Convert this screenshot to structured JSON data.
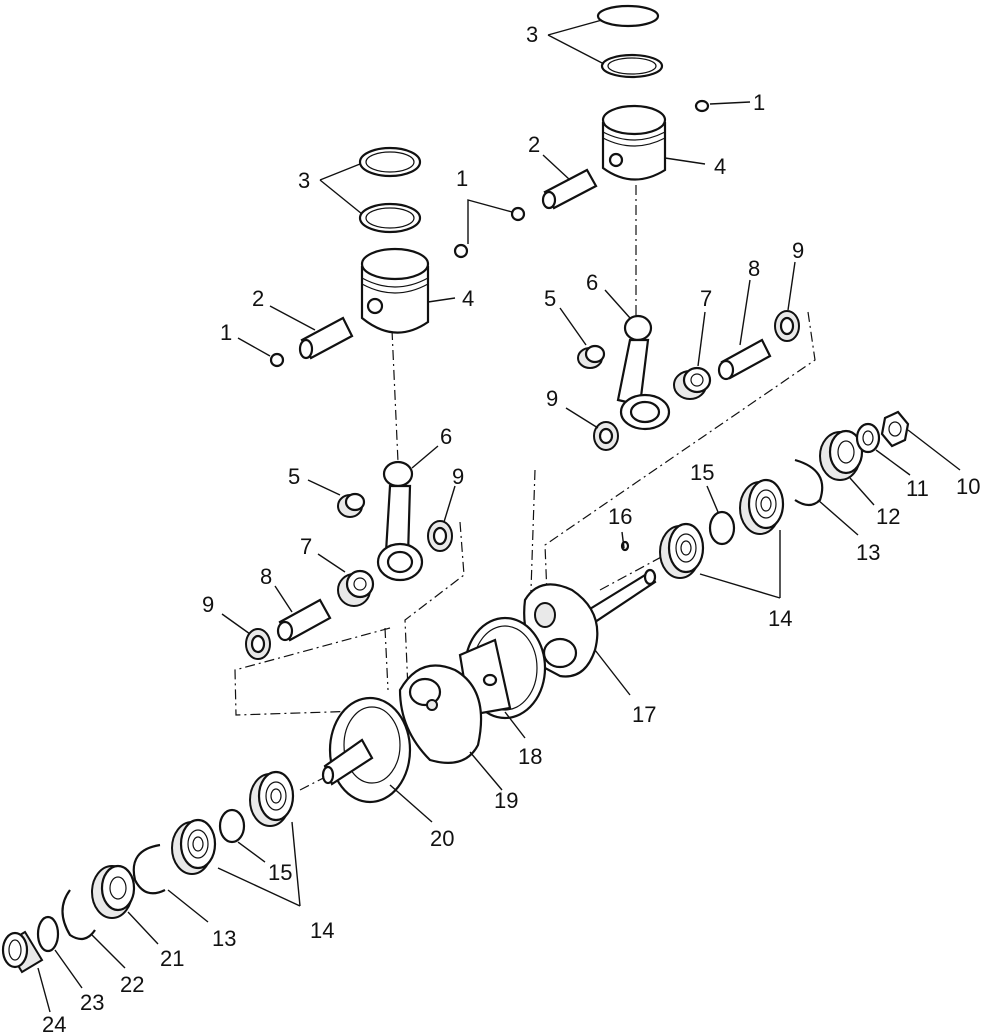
{
  "labels": [
    {
      "id": "l3a",
      "text": "3"
    },
    {
      "id": "l1a",
      "text": "1"
    },
    {
      "id": "l2a",
      "text": "2"
    },
    {
      "id": "l4a",
      "text": "4"
    },
    {
      "id": "l1b",
      "text": "1"
    },
    {
      "id": "l3b",
      "text": "3"
    },
    {
      "id": "l2b",
      "text": "2"
    },
    {
      "id": "l4b",
      "text": "4"
    },
    {
      "id": "l1c",
      "text": "1"
    },
    {
      "id": "l5a",
      "text": "5"
    },
    {
      "id": "l6a",
      "text": "6"
    },
    {
      "id": "l8a",
      "text": "8"
    },
    {
      "id": "l7a",
      "text": "7"
    },
    {
      "id": "l9a",
      "text": "9"
    },
    {
      "id": "l9b",
      "text": "9"
    },
    {
      "id": "l6b",
      "text": "6"
    },
    {
      "id": "l5b",
      "text": "5"
    },
    {
      "id": "l9c",
      "text": "9"
    },
    {
      "id": "l7b",
      "text": "7"
    },
    {
      "id": "l8b",
      "text": "8"
    },
    {
      "id": "l9d",
      "text": "9"
    },
    {
      "id": "l15a",
      "text": "15"
    },
    {
      "id": "l16",
      "text": "16"
    },
    {
      "id": "l10",
      "text": "10"
    },
    {
      "id": "l11",
      "text": "11"
    },
    {
      "id": "l12",
      "text": "12"
    },
    {
      "id": "l13a",
      "text": "13"
    },
    {
      "id": "l14a",
      "text": "14"
    },
    {
      "id": "l17",
      "text": "17"
    },
    {
      "id": "l18",
      "text": "18"
    },
    {
      "id": "l19",
      "text": "19"
    },
    {
      "id": "l20",
      "text": "20"
    },
    {
      "id": "l15b",
      "text": "15"
    },
    {
      "id": "l14b",
      "text": "14"
    },
    {
      "id": "l13b",
      "text": "13"
    },
    {
      "id": "l21",
      "text": "21"
    },
    {
      "id": "l22",
      "text": "22"
    },
    {
      "id": "l23",
      "text": "23"
    },
    {
      "id": "l24",
      "text": "24"
    }
  ]
}
